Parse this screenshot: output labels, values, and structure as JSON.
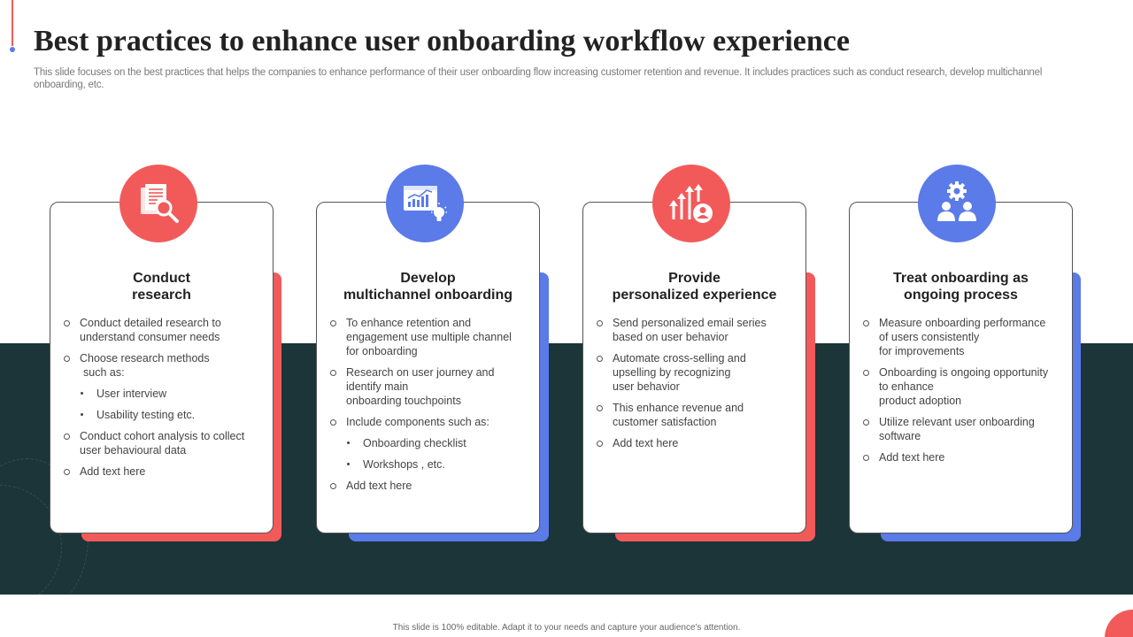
{
  "slide": {
    "title": "Best practices to enhance user onboarding workflow experience",
    "subtitle": "This slide focuses on the best practices that helps the companies to enhance performance of their user onboarding flow increasing customer retention and revenue. It includes practices such as conduct research, develop multichannel onboarding, etc.",
    "footer": "This slide is 100% editable.  Adapt it to your needs and capture your audience's attention."
  },
  "colors": {
    "red": "#f25a5a",
    "blue": "#5a7be8",
    "dark": "#1c3538"
  },
  "cards": [
    {
      "icon": "research-document-magnifier-icon",
      "title_lines": [
        "Conduct",
        "research"
      ],
      "items": [
        {
          "type": "bullet",
          "lines": [
            "Conduct detailed research to",
            "understand consumer needs"
          ]
        },
        {
          "type": "bullet",
          "lines": [
            "Choose research  methods",
            "such as:"
          ]
        },
        {
          "type": "sub",
          "lines": [
            "User interview"
          ]
        },
        {
          "type": "sub",
          "lines": [
            "Usability testing etc."
          ]
        },
        {
          "type": "bullet",
          "lines": [
            "Conduct cohort analysis to collect",
            "user behavioural  data"
          ]
        },
        {
          "type": "bullet",
          "lines": [
            "Add text here"
          ]
        }
      ]
    },
    {
      "icon": "analytics-dashboard-lightbulb-icon",
      "title_lines": [
        "Develop",
        "multichannel onboarding"
      ],
      "items": [
        {
          "type": "bullet",
          "lines": [
            "To enhance retention  and",
            "engagement use multiple channel",
            "for onboarding"
          ]
        },
        {
          "type": "bullet",
          "lines": [
            "Research on user journey and",
            "identify main",
            "onboarding  touchpoints"
          ]
        },
        {
          "type": "bullet",
          "lines": [
            "Include components such as:"
          ]
        },
        {
          "type": "sub",
          "lines": [
            "Onboarding  checklist"
          ]
        },
        {
          "type": "sub",
          "lines": [
            "Workshops , etc."
          ]
        },
        {
          "type": "bullet",
          "lines": [
            "Add text here"
          ]
        }
      ]
    },
    {
      "icon": "growth-arrows-user-icon",
      "title_lines": [
        "Provide",
        "personalized experience"
      ],
      "items": [
        {
          "type": "bullet",
          "lines": [
            "Send personalized email series",
            "based on user behavior"
          ]
        },
        {
          "type": "bullet",
          "lines": [
            "Automate cross-selling and",
            "upselling by recognizing",
            "user behavior"
          ]
        },
        {
          "type": "bullet",
          "lines": [
            "This enhance revenue  and",
            "customer satisfaction"
          ]
        },
        {
          "type": "bullet",
          "lines": [
            "Add text here"
          ]
        }
      ]
    },
    {
      "icon": "team-gear-icon",
      "title_lines": [
        "Treat onboarding as",
        "ongoing process"
      ],
      "items": [
        {
          "type": "bullet",
          "lines": [
            "Measure onboarding  performance",
            "of users consistently",
            "for improvements"
          ]
        },
        {
          "type": "bullet",
          "lines": [
            "Onboarding  is ongoing opportunity",
            "to enhance",
            "product adoption"
          ]
        },
        {
          "type": "bullet",
          "lines": [
            "Utilize relevant  user onboarding",
            "software"
          ]
        },
        {
          "type": "bullet",
          "lines": [
            "Add text here"
          ]
        }
      ]
    }
  ]
}
